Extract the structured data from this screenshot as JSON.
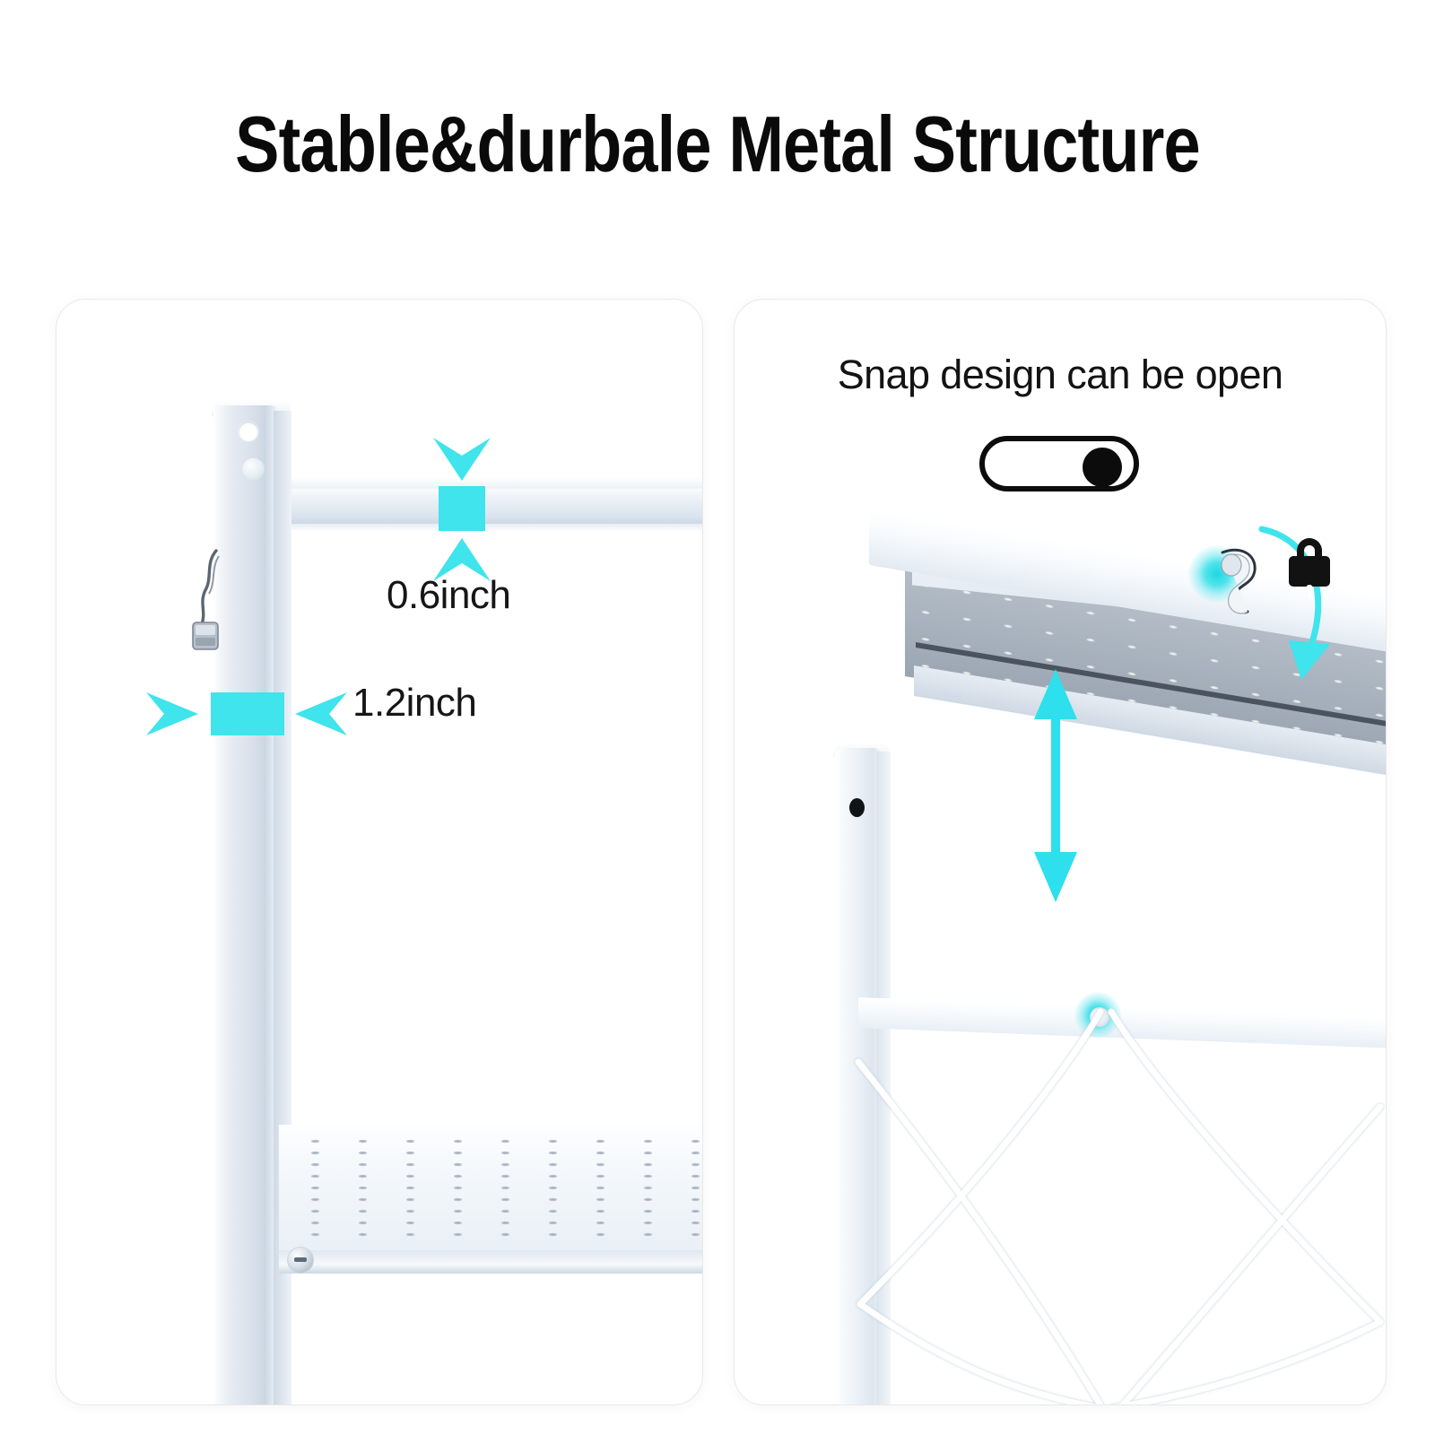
{
  "page": {
    "title": "Stable&durbale Metal Structure",
    "background_color": "#ffffff",
    "accent_color": "#3FE4EC",
    "text_color": "#121212"
  },
  "left_panel": {
    "name": "dimensions-panel",
    "annotations": [
      {
        "id": "bar-thickness",
        "label": "0.6inch",
        "arrow_direction": "vertical",
        "highlight_color": "#3FE4EC"
      },
      {
        "id": "post-width",
        "label": "1.2inch",
        "arrow_direction": "horizontal",
        "highlight_color": "#3FE4EC"
      }
    ],
    "parts": {
      "post": "vertical-metal-post",
      "upper_rail": "upper-shelf-rail",
      "lower_shelf": "perforated-lower-shelf",
      "clip": "metal-spring-clip",
      "bolt": "shelf-bolt"
    }
  },
  "right_panel": {
    "name": "snap-design-panel",
    "heading": "Snap design can be open",
    "toggle": {
      "state": "on",
      "knob_color": "#0c0c0c",
      "track_color": "#ffffff",
      "border_color": "#0c0c0c"
    },
    "icons": {
      "lock": "lock-icon",
      "rotate_arrow": "curved-rotate-arrow",
      "height_arrow": "double-headed-vertical-arrow"
    },
    "highlights": [
      {
        "id": "snap-clip",
        "type": "glow",
        "color": "#1ED7E2"
      },
      {
        "id": "crossbar-joint",
        "type": "glow",
        "color": "#1ED7E2"
      }
    ],
    "parts": {
      "shelf": "tilted-perforated-shelf",
      "post": "vertical-metal-post",
      "crossbar": "horizontal-crossbar",
      "brace": "x-wire-brace"
    }
  }
}
